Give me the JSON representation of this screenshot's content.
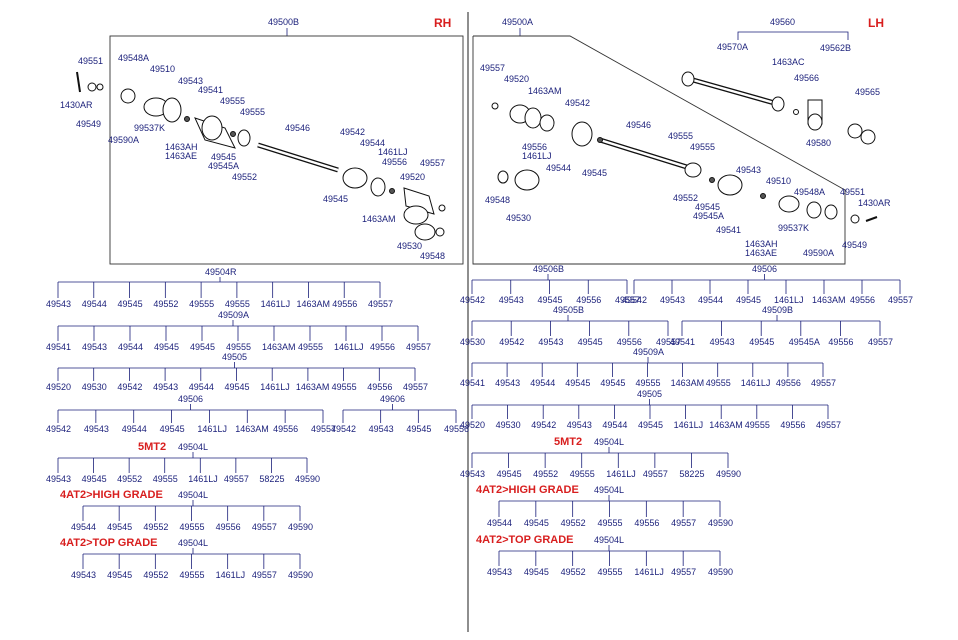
{
  "rh": {
    "side": "RH",
    "assembly": "49500B",
    "labels": [
      "49551",
      "49548A",
      "49510",
      "1430AR",
      "49549",
      "99537K",
      "49590A",
      "49543",
      "49541",
      "1463AH",
      "1463AE",
      "49555",
      "49555",
      "49545",
      "49545A",
      "49552",
      "49546",
      "49542",
      "49544",
      "1461LJ",
      "49556",
      "49557",
      "49545",
      "49520",
      "1463AM",
      "49530",
      "49548"
    ]
  },
  "lh": {
    "side": "LH",
    "assembly": "49500A",
    "bearing_group": "49560",
    "labels": [
      "49557",
      "49520",
      "1463AM",
      "49542",
      "49556",
      "1461LJ",
      "49544",
      "49545",
      "49546",
      "49555",
      "49555",
      "49548",
      "49530",
      "49552",
      "49545",
      "49545A",
      "49541",
      "49543",
      "49510",
      "1463AH",
      "1463AE",
      "99537K",
      "49548A",
      "49590A",
      "49551",
      "1430AR",
      "49549",
      "49570A",
      "1463AC",
      "49562B",
      "49566",
      "49565",
      "49580"
    ]
  },
  "trees": [
    {
      "id": "rh-49504R",
      "title": "49504R",
      "leaves": [
        "49543",
        "49544",
        "49545",
        "49552",
        "49555",
        "49555",
        "1461LJ",
        "1463AM",
        "49556",
        "49557"
      ]
    },
    {
      "id": "rh-49509A",
      "title": "49509A",
      "leaves": [
        "49541",
        "49543",
        "49544",
        "49545",
        "49545",
        "49555",
        "1463AM",
        "49555",
        "1461LJ",
        "49556",
        "49557"
      ]
    },
    {
      "id": "rh-49505",
      "title": "49505",
      "leaves": [
        "49520",
        "49530",
        "49542",
        "49543",
        "49544",
        "49545",
        "1461LJ",
        "1463AM",
        "49555",
        "49556",
        "49557"
      ]
    },
    {
      "id": "rh-49506",
      "title": "49506",
      "leaves": [
        "49542",
        "49543",
        "49544",
        "49545",
        "1461LJ",
        "1463AM",
        "49556",
        "49557"
      ]
    },
    {
      "id": "rh-49606",
      "title": "49606",
      "leaves": [
        "49542",
        "49543",
        "49545",
        "49556"
      ]
    },
    {
      "id": "rh-5mt2",
      "grade": "5MT2",
      "title": "49504L",
      "leaves": [
        "49543",
        "49545",
        "49552",
        "49555",
        "1461LJ",
        "49557",
        "58225",
        "49590"
      ]
    },
    {
      "id": "rh-high",
      "grade": "4AT2>HIGH GRADE",
      "title": "49504L",
      "leaves": [
        "49544",
        "49545",
        "49552",
        "49555",
        "49556",
        "49557",
        "49590"
      ]
    },
    {
      "id": "rh-top",
      "grade": "4AT2>TOP GRADE",
      "title": "49504L",
      "leaves": [
        "49543",
        "49545",
        "49552",
        "49555",
        "1461LJ",
        "49557",
        "49590"
      ]
    },
    {
      "id": "lh-49506B",
      "title": "49506B",
      "leaves": [
        "49542",
        "49543",
        "49545",
        "49556",
        "49557"
      ]
    },
    {
      "id": "lh-49506",
      "title": "49506",
      "leaves": [
        "49542",
        "49543",
        "49544",
        "49545",
        "1461LJ",
        "1463AM",
        "49556",
        "49557"
      ]
    },
    {
      "id": "lh-49505B",
      "title": "49505B",
      "leaves": [
        "49530",
        "49542",
        "49543",
        "49545",
        "49556",
        "49557"
      ]
    },
    {
      "id": "lh-49509B",
      "title": "49509B",
      "leaves": [
        "49541",
        "49543",
        "49545",
        "49545A",
        "49556",
        "49557"
      ]
    },
    {
      "id": "lh-49509A",
      "title": "49509A",
      "leaves": [
        "49541",
        "49543",
        "49544",
        "49545",
        "49545",
        "49555",
        "1463AM",
        "49555",
        "1461LJ",
        "49556",
        "49557"
      ]
    },
    {
      "id": "lh-49505",
      "title": "49505",
      "leaves": [
        "49520",
        "49530",
        "49542",
        "49543",
        "49544",
        "49545",
        "1461LJ",
        "1463AM",
        "49555",
        "49556",
        "49557"
      ]
    },
    {
      "id": "lh-5mt2",
      "grade": "5MT2",
      "title": "49504L",
      "leaves": [
        "49543",
        "49545",
        "49552",
        "49555",
        "1461LJ",
        "49557",
        "58225",
        "49590"
      ]
    },
    {
      "id": "lh-high",
      "grade": "4AT2>HIGH GRADE",
      "title": "49504L",
      "leaves": [
        "49544",
        "49545",
        "49552",
        "49555",
        "49556",
        "49557",
        "49590"
      ]
    },
    {
      "id": "lh-top",
      "grade": "4AT2>TOP GRADE",
      "title": "49504L",
      "leaves": [
        "49543",
        "49545",
        "49552",
        "49555",
        "1461LJ",
        "49557",
        "49590"
      ]
    }
  ]
}
